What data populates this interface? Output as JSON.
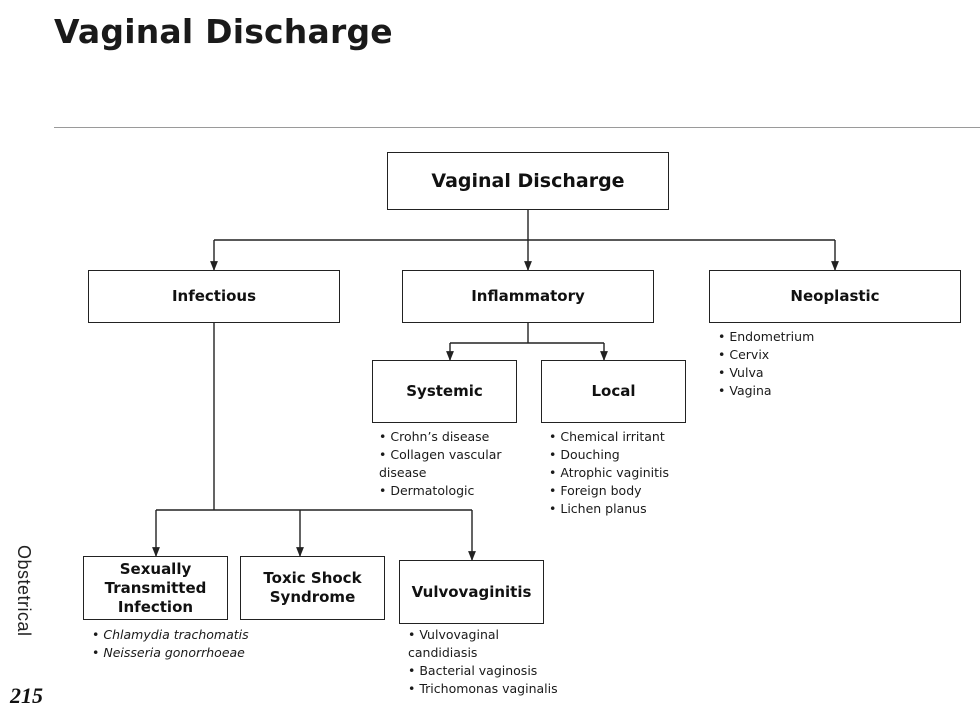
{
  "page_title": "Vaginal Discharge",
  "side_label": "Obstetrical",
  "page_number": "215",
  "diagram": {
    "root": "Vaginal Discharge",
    "categories": {
      "infectious": "Infectious",
      "inflammatory": "Inflammatory",
      "neoplastic": "Neoplastic"
    },
    "inflammatory_children": {
      "systemic": "Systemic",
      "local": "Local"
    },
    "infectious_children": {
      "sti": "Sexually\nTransmitted\nInfection",
      "tss": "Toxic Shock\nSyndrome",
      "vulvovaginitis": "Vulvovaginitis"
    },
    "lists": {
      "neoplastic": [
        "Endometrium",
        "Cervix",
        "Vulva",
        "Vagina"
      ],
      "systemic": [
        "Crohn’s disease",
        "Collagen vascular disease",
        "Dermatologic"
      ],
      "local": [
        "Chemical irritant",
        "Douching",
        "Atrophic vaginitis",
        "Foreign body",
        "Lichen planus"
      ],
      "sti": [
        "Chlamydia trachomatis",
        "Neisseria gonorrhoeae"
      ],
      "vulvovaginitis": [
        "Vulvovaginal candidiasis",
        "Bacterial vaginosis",
        "Trichomonas vaginalis"
      ]
    }
  }
}
